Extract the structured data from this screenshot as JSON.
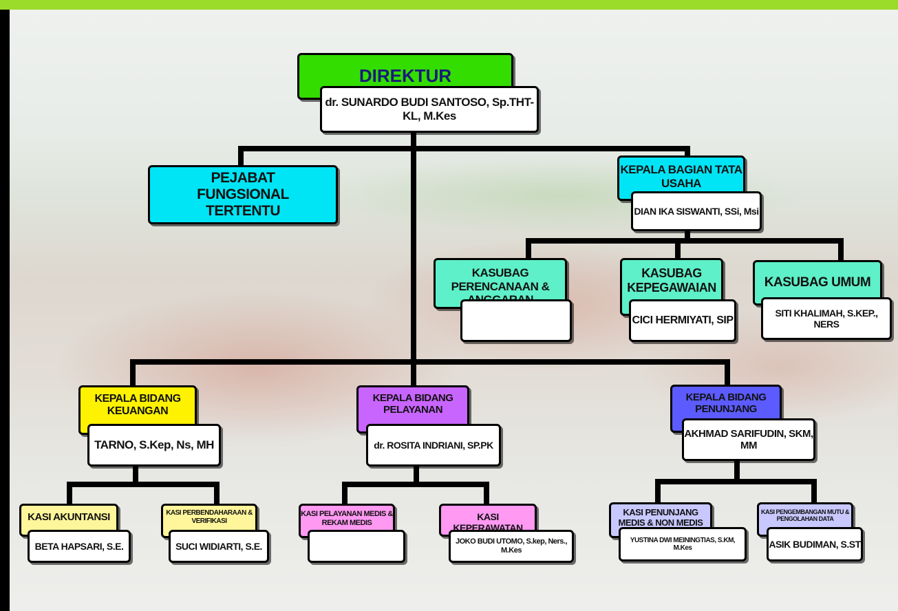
{
  "colors": {
    "top_bar": "#9BDB2A",
    "direktur": "#33DD00",
    "cyan": "#00E5F5",
    "mint": "#5EF0C8",
    "yellow": "#FFF200",
    "light_yellow": "#FFF59A",
    "purple": "#C865FF",
    "blue": "#5B5BFF",
    "pink": "#FF99F2",
    "lavender": "#C8C8FF"
  },
  "direktur": {
    "title": "DIREKTUR",
    "name": "dr. SUNARDO BUDI SANTOSO, Sp.THT-KL, M.Kes"
  },
  "pejabat_fungsional": {
    "title": "PEJABAT FUNGSIONAL TERTENTU"
  },
  "kepala_tata_usaha": {
    "title": "KEPALA BAGIAN TATA USAHA",
    "name": "DIAN IKA SISWANTI, SSi, Msi"
  },
  "kasubag_perencanaan": {
    "title": "KASUBAG PERENCANAAN & ANGGARAN",
    "name": ""
  },
  "kasubag_kepegawaian": {
    "title": "KASUBAG KEPEGAWAIAN",
    "name": "CICI HERMIYATI, SIP"
  },
  "kasubag_umum": {
    "title": "KASUBAG UMUM",
    "name": "SITI KHALIMAH, S.KEP., NERS"
  },
  "bidang_keuangan": {
    "title": "KEPALA BIDANG KEUANGAN",
    "name": "TARNO, S.Kep, Ns, MH"
  },
  "bidang_pelayanan": {
    "title": "KEPALA BIDANG PELAYANAN",
    "name": "dr. ROSITA INDRIANI, SP.PK"
  },
  "bidang_penunjang": {
    "title": "KEPALA BIDANG PENUNJANG",
    "name": "AKHMAD SARIFUDIN, SKM, MM"
  },
  "kasi_akuntansi": {
    "title": "KASI AKUNTANSI",
    "name": "BETA HAPSARI, S.E."
  },
  "kasi_perbendaharaan": {
    "title": "KASI PERBENDAHARAAN & VERIFIKASI",
    "name": "SUCI WIDIARTI, S.E."
  },
  "kasi_pelayanan_medis": {
    "title": "KASI PELAYANAN MEDIS & REKAM MEDIS",
    "name": ""
  },
  "kasi_keperawatan": {
    "title": "KASI KEPERAWATAN",
    "name": "JOKO BUDI UTOMO, S.kep, Ners., M.Kes"
  },
  "kasi_penunjang_medis": {
    "title": "KASI PENUNJANG MEDIS & NON MEDIS",
    "name": "YUSTINA DWI MEININGTIAS, S.KM, M.Kes"
  },
  "kasi_pengembangan": {
    "title": "KASI PENGEMBANGAN MUTU & PENGOLAHAN DATA",
    "name": "ASIK BUDIMAN, S.ST"
  }
}
